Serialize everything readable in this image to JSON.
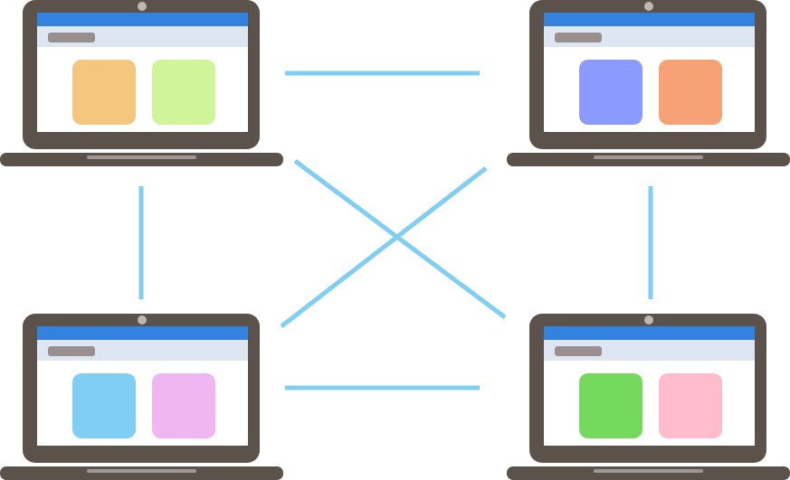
{
  "diagram": {
    "kind": "network",
    "colors": {
      "background": "#ffffff",
      "laptop_body": "#5b524c",
      "base_slot": "#a09892",
      "camera": "#bdb8b4",
      "screen_bg": "#ffffff",
      "header_bar": "#3382e0",
      "nav_bar": "#dde6f2",
      "nav_pill": "#9a8f8f",
      "connector": "#80cff3"
    },
    "nodes": [
      {
        "id": "top-left",
        "tiles": [
          "#f5c67d",
          "#d0f49a"
        ]
      },
      {
        "id": "top-right",
        "tiles": [
          "#8a9aff",
          "#f6a276"
        ]
      },
      {
        "id": "bottom-left",
        "tiles": [
          "#80cef4",
          "#f0b6f2"
        ]
      },
      {
        "id": "bottom-right",
        "tiles": [
          "#74d95c",
          "#ffbccd"
        ]
      }
    ],
    "links": [
      {
        "from": "top-left",
        "to": "top-right"
      },
      {
        "from": "bottom-left",
        "to": "bottom-right"
      },
      {
        "from": "top-left",
        "to": "bottom-left"
      },
      {
        "from": "top-right",
        "to": "bottom-right"
      },
      {
        "from": "top-left",
        "to": "bottom-right"
      },
      {
        "from": "top-right",
        "to": "bottom-left"
      }
    ]
  }
}
